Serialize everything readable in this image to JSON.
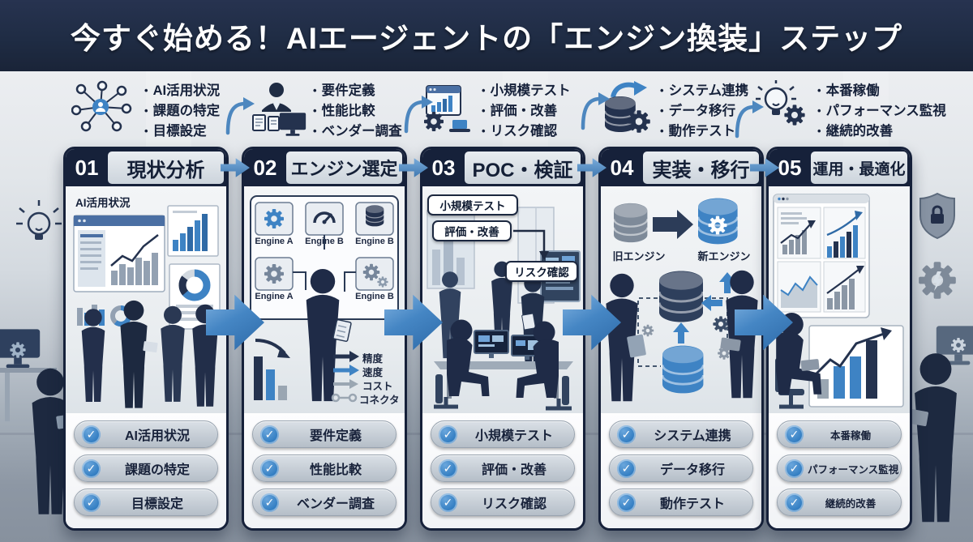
{
  "header": {
    "title": "今すぐ始める！AIエージェントの「エンジン換装」ステップ"
  },
  "steps": [
    {
      "number": "01",
      "title": "現状分析",
      "icon": "network-hub-icon",
      "annotations": [
        "AI活用状況",
        "課題の特定",
        "目標設定"
      ],
      "checklist": [
        "AI活用状況",
        "課題の特定",
        "目標設定"
      ],
      "labels": {
        "scene": "AI活用状況"
      }
    },
    {
      "number": "02",
      "title": "エンジン選定",
      "icon": "vendor-review-icon",
      "annotations": [
        "要件定義",
        "性能比較",
        "ベンダー調査"
      ],
      "checklist": [
        "要件定義",
        "性能比較",
        "ベンダー調査"
      ],
      "labels": {
        "engines": [
          "Engine A",
          "Engine B",
          "Engine B",
          "Engine A",
          "Engine B"
        ],
        "criteria": [
          "精度",
          "速度",
          "コスト",
          "コネクタ"
        ]
      }
    },
    {
      "number": "03",
      "title": "POC・検証",
      "icon": "test-monitor-icon",
      "annotations": [
        "小規模テスト",
        "評価・改善",
        "リスク確認"
      ],
      "checklist": [
        "小規模テスト",
        "評価・改善",
        "リスク確認"
      ],
      "labels": {
        "bubbles": [
          "小規模テスト",
          "評価・改善",
          "リスク確認"
        ]
      }
    },
    {
      "number": "04",
      "title": "実装・移行",
      "icon": "database-migration-icon",
      "annotations": [
        "システム連携",
        "データ移行",
        "動作テスト"
      ],
      "checklist": [
        "システム連携",
        "データ移行",
        "動作テスト"
      ],
      "labels": {
        "old_engine": "旧エンジン",
        "new_engine": "新エンジン"
      }
    },
    {
      "number": "05",
      "title": "運用・最適化",
      "icon": "lightbulb-gear-icon",
      "annotations": [
        "本番稼働",
        "パフォーマンス監視",
        "継続的改善"
      ],
      "checklist": [
        "本番稼働",
        "パフォーマンス監視",
        "継続的改善"
      ],
      "labels": {}
    }
  ],
  "colors": {
    "navy": "#1f2c44",
    "navy_deep": "#16213a",
    "blue": "#3e83c4",
    "blue_dark": "#2c68a2",
    "title_gray": "#ccd4dc",
    "check_blue": "#2f7bc0",
    "silhouette": "#22304b"
  }
}
